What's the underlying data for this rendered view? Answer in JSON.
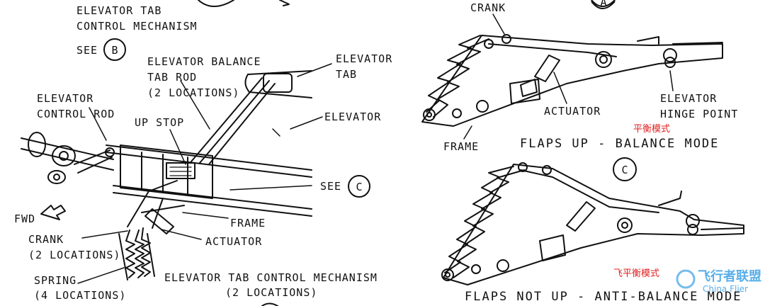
{
  "left": {
    "tab_mech_title": [
      "ELEVATOR TAB",
      "CONTROL MECHANISM"
    ],
    "see_b": "SEE",
    "ref_b": "B",
    "balance_tab_rod": [
      "ELEVATOR BALANCE",
      "TAB ROD",
      "(2 LOCATIONS)"
    ],
    "elevator_tab": [
      "ELEVATOR",
      "TAB"
    ],
    "elevator": "ELEVATOR",
    "control_rod": [
      "ELEVATOR",
      "CONTROL ROD"
    ],
    "up_stop": "UP STOP",
    "see_c": "SEE",
    "ref_c": "C",
    "fwd": "FWD",
    "frame": "FRAME",
    "crank": [
      "CRANK",
      "(2 LOCATIONS)"
    ],
    "actuator": "ACTUATOR",
    "spring": [
      "SPRING",
      "(4 LOCATIONS)"
    ],
    "mech_caption": [
      "ELEVATOR TAB CONTROL MECHANISM",
      "(2 LOCATIONS)"
    ]
  },
  "right": {
    "ref_a": "A",
    "crank": "CRANK",
    "actuator": "ACTUATOR",
    "hinge": [
      "ELEVATOR",
      "HINGE POINT"
    ],
    "frame": "FRAME",
    "cn_balance": "平衡模式",
    "mode_up": "FLAPS UP - BALANCE MODE",
    "ref_c": "C",
    "mode_not_up": "FLAPS NOT UP - ANTI-BALANCE MODE",
    "cn_anti": "飞平衡模式"
  },
  "watermark": {
    "cn": "飞行者联盟",
    "en": "China Flier"
  }
}
